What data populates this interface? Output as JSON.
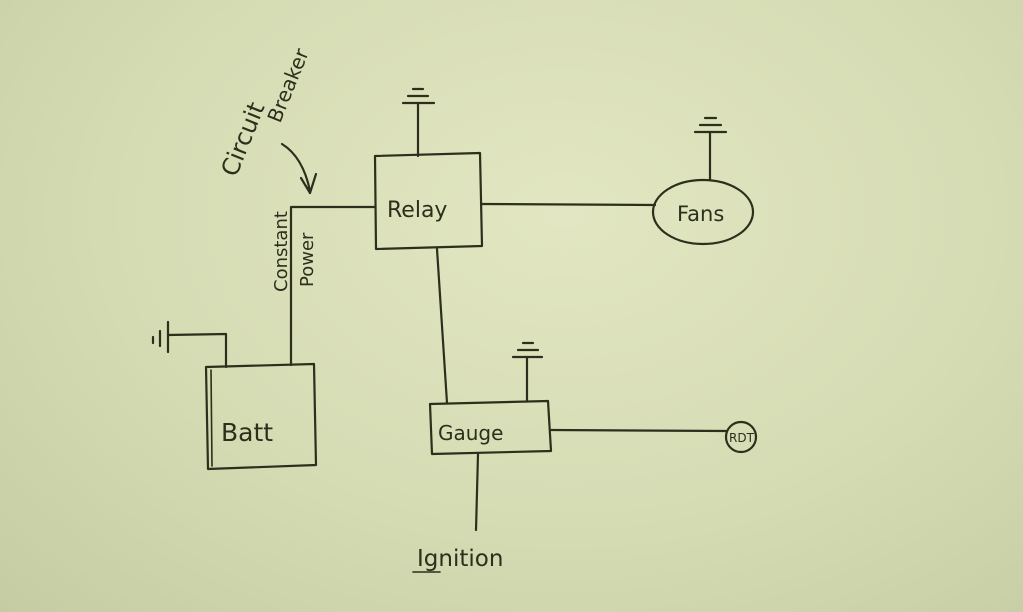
{
  "diagram": {
    "labels": {
      "circuit": "Circuit",
      "breaker": "Breaker",
      "constant": "Constant",
      "power": "Power",
      "relay": "Relay",
      "fans": "Fans",
      "batt": "Batt",
      "gauge": "Gauge",
      "ignition": "Ignition",
      "rdt": "RDT"
    },
    "colors": {
      "ink": "#2c2f1c",
      "paper": "#d6dcb4"
    }
  }
}
